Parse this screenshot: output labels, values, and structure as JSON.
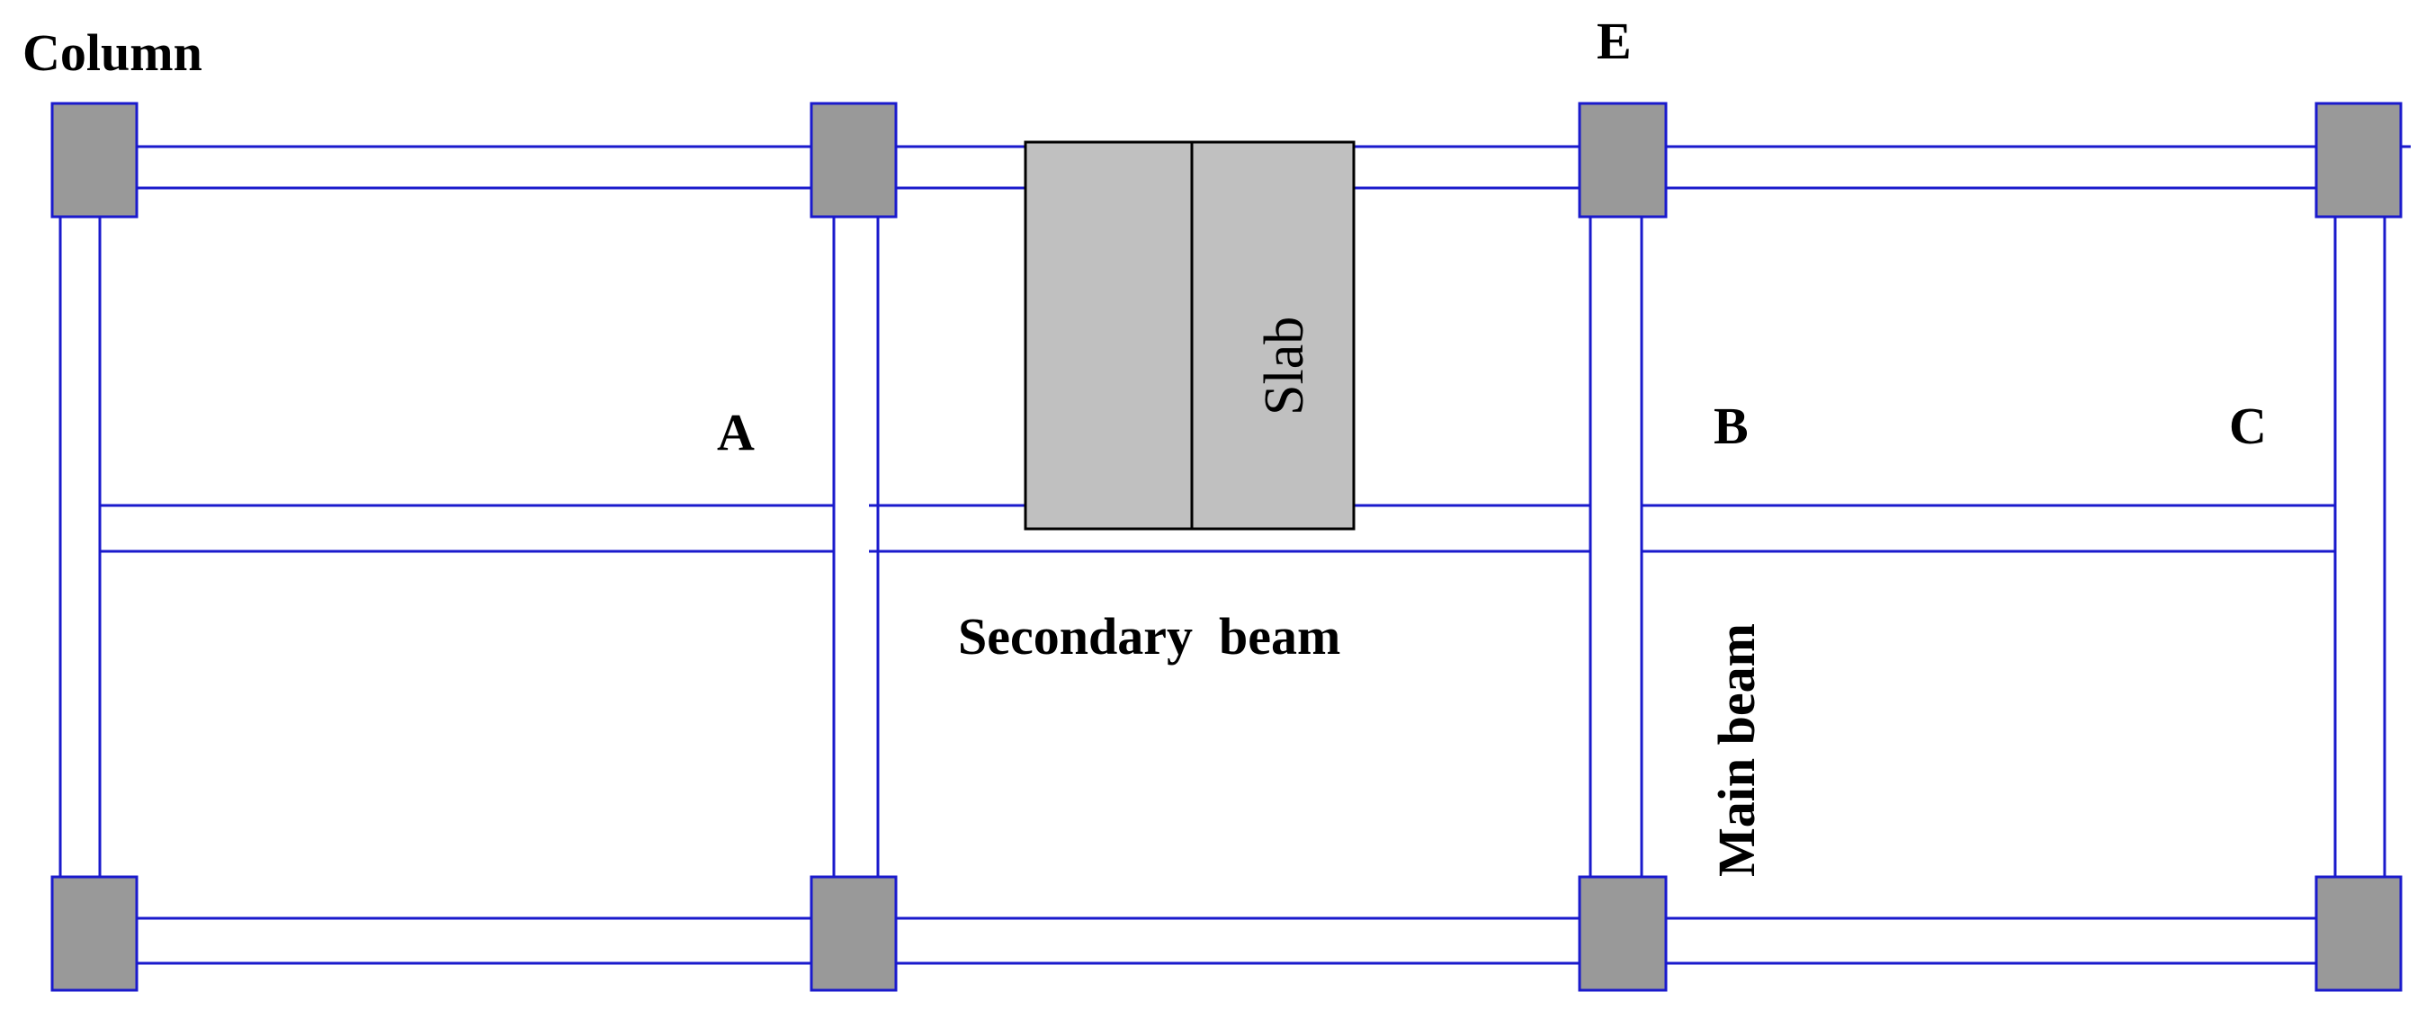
{
  "labels": {
    "column": "Column",
    "e": "E",
    "a": "A",
    "b": "B",
    "c": "C",
    "slab": "Slab",
    "secondary_beam": "Secondary  beam",
    "main_beam": "Main beam"
  },
  "colors": {
    "beam_line": "#1a1acc",
    "column_fill": "#999999",
    "slab_fill": "#c0c0c0",
    "outline": "#000000",
    "background": "#ffffff"
  }
}
